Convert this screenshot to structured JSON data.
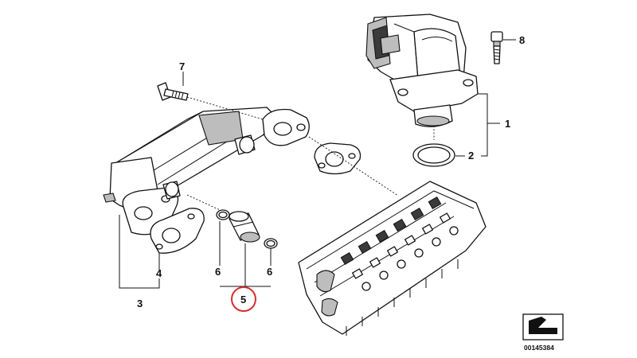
{
  "callouts": {
    "c1": "1",
    "c2": "2",
    "c3": "3",
    "c4": "4",
    "c5": "5",
    "c6a": "6",
    "c6b": "6",
    "c7": "7",
    "c8": "8"
  },
  "highlight": {
    "label": "5",
    "color": "#d32f2f"
  },
  "reference": {
    "code": "00145384"
  },
  "colors": {
    "line": "#111111",
    "shade": "#bdbdbd",
    "background": "#ffffff"
  }
}
